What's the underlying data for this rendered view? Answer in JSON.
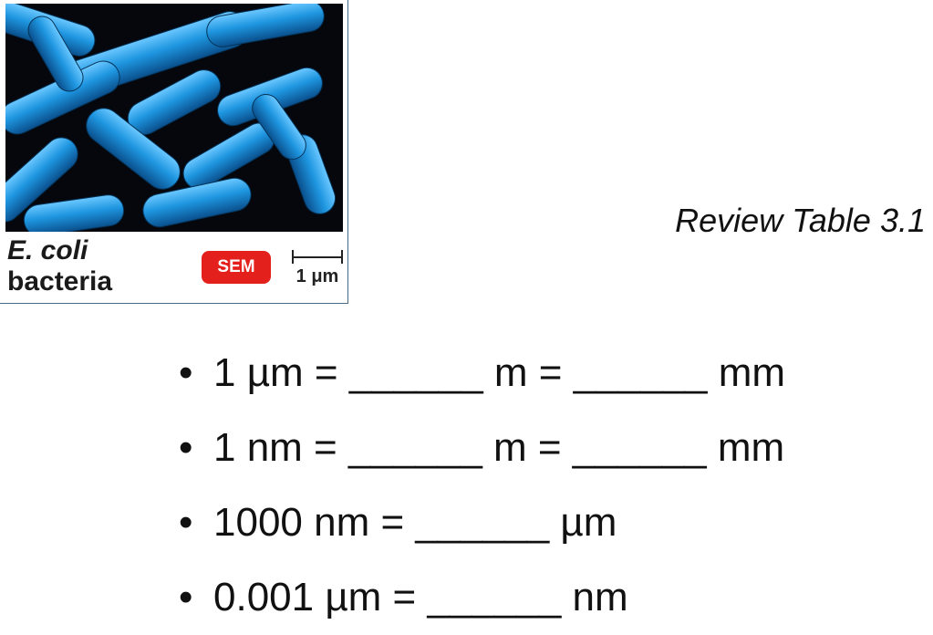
{
  "figure": {
    "caption_species": "E. coli",
    "caption_kind": "bacteria",
    "badge": "SEM",
    "scale_label": "1 μm",
    "colors": {
      "bacteria": "#1e96e0",
      "background": "#05070c",
      "badge": "#e3201b"
    }
  },
  "review_note": "Review Table 3.1",
  "bullets": [
    "1 µm = ______ m = ______ mm",
    "1 nm = ______ m = ______ mm",
    "1000 nm = ______ µm",
    "0.001 µm = ______ nm"
  ]
}
